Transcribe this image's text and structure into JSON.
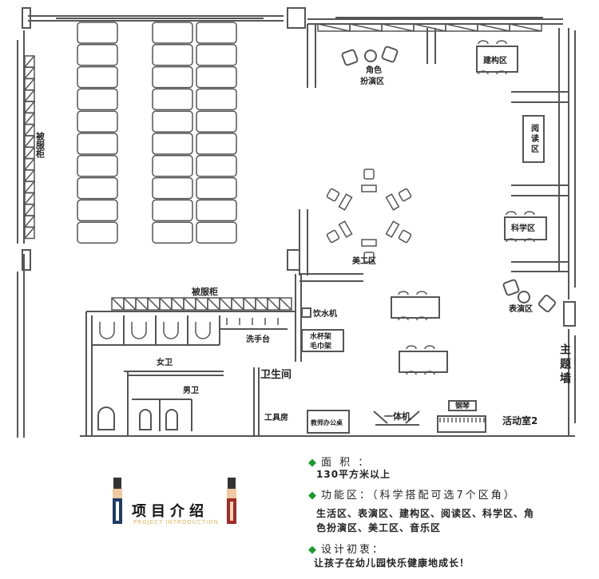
{
  "plan": {
    "labels": {
      "wardrobe_left": "被服柜",
      "wardrobe_top": "被服柜",
      "wash_basin": "洗手台",
      "female_toilet": "女卫",
      "male_toilet": "男卫",
      "restroom": "卫生间",
      "tool_room": "工具房",
      "water_dispenser": "饮水机",
      "cup_rack": "水杯架",
      "towel_rack": "毛巾架",
      "teacher_desk": "教师办公桌",
      "all_in_one": "一体机",
      "piano": "钢琴",
      "activity_room": "活动室2",
      "theme_wall": "主题墙",
      "role_play_1": "角色",
      "role_play_2": "扮演区",
      "construction": "建构区",
      "reading": "阅读区",
      "science": "科学区",
      "performance": "表演区",
      "art": "美工区"
    }
  },
  "logo": {
    "title": "项目介绍",
    "subtitle": "PROJECT INTRODUCTION"
  },
  "info": {
    "area_heading": "面 积 ：",
    "area_value": "130平方米以上",
    "zones_heading": "功能区：（科学搭配可选7个区角）",
    "zones_line1": "生活区、表演区、建构区、阅读区、科学区、角",
    "zones_line2": "色扮演区、美工区、音乐区",
    "intent_heading": "设计初衷：",
    "intent_value": "让孩子在幼儿园快乐健康地成长！"
  },
  "colors": {
    "accent": "#1a9a2a",
    "line": "#555555"
  }
}
